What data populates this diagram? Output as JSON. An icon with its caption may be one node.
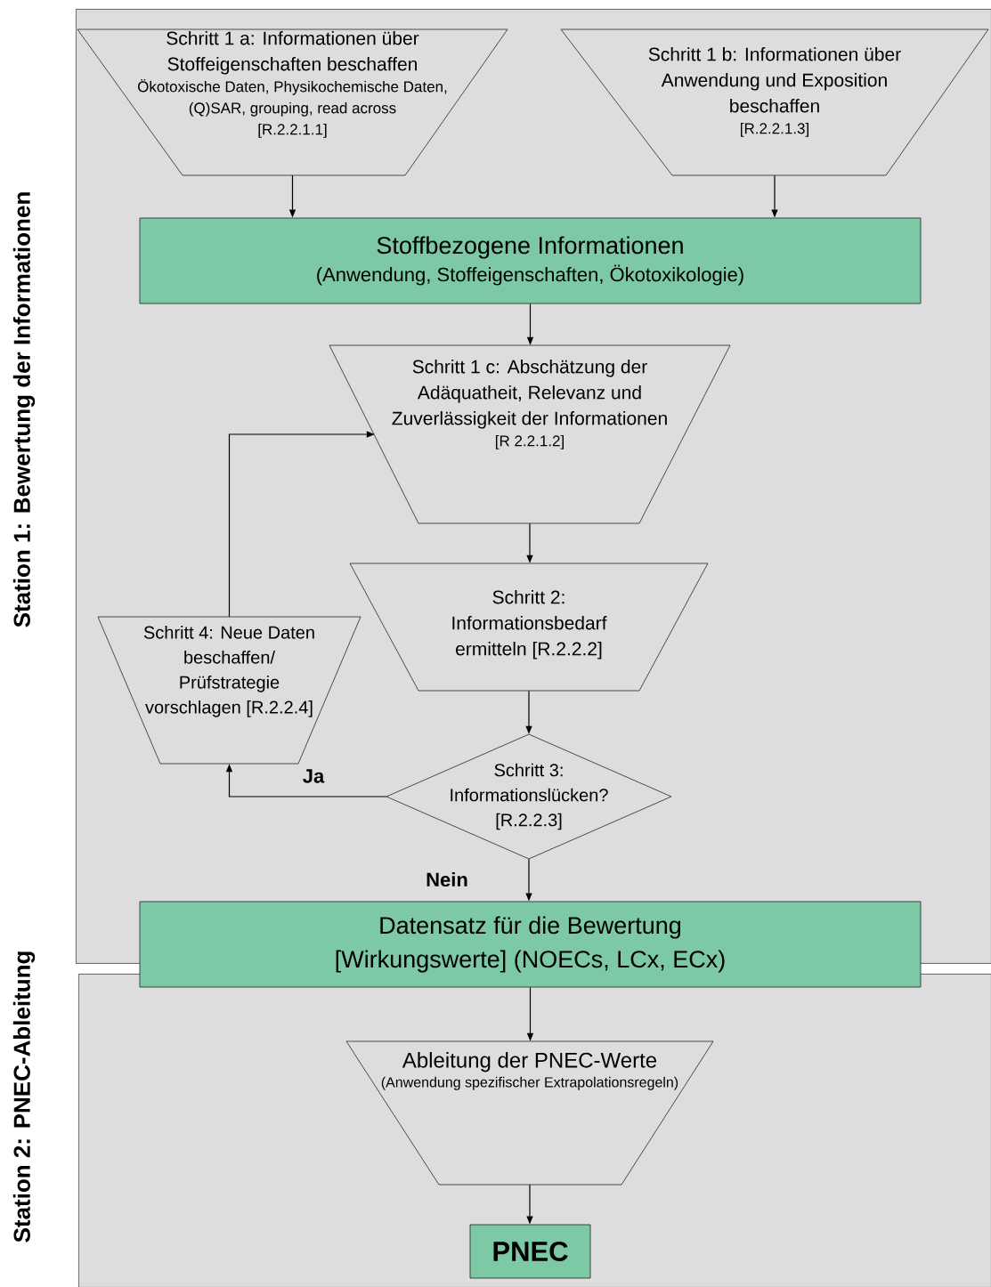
{
  "diagram": {
    "nodes": [
      {
        "text": [
          "Station 1: Bewertung der Informationen"
        ]
      },
      {
        "text": [
          "Schritt 1 a: Informationen über Stoffeigenschaften beschaffen",
          "Ökotoxische Daten, Physikochemische Daten, (Q)SAR, grouping, read across",
          "[R.2.2.1.1]"
        ],
        "in": 0
      },
      {
        "text": [
          "Schritt 1 b: Informationen über Anwendung und Exposition beschaffen",
          "[R.2.2.1.3]"
        ],
        "in": 0
      },
      {
        "text": [
          "Stoffbezogene Informationen",
          "(Anwendung, Stoffeigenschaften, Ökotoxikologie)"
        ],
        "in": 0
      },
      {
        "text": [
          "Schritt 1 c: Abschätzung der Adäquatheit, Relevanz und Zuverlässigkeit der Informationen",
          "[R 2.2.1.2]"
        ],
        "in": 0
      },
      {
        "text": [
          "Schritt 2: Informationsbedarf ermitteln [R.2.2.2]"
        ],
        "in": 0
      },
      {
        "text": [
          "Schritt 4: Neue Daten beschaffen/ Prüfstrategie vorschlagen [R.2.2.4]"
        ],
        "in": 0
      },
      {
        "text": [
          "Schritt 3: Informationslücken? [R.2.2.3]"
        ],
        "in": 0
      },
      {
        "text": [
          "Datensatz für die Bewertung [Wirkungswerte] (NOECs, LCx, ECx)"
        ]
      },
      {
        "text": [
          "Station 2: PNEC-Ableitung"
        ]
      },
      {
        "text": [
          "Ableitung der PNEC-Werte",
          "(Anwendung spezifischer Extrapolationsregeln)"
        ],
        "in": 9
      },
      {
        "text": [
          "PNEC"
        ],
        "in": 9
      }
    ],
    "edges": [
      {
        "from": 1,
        "to": 3,
        "arrow": "to"
      },
      {
        "from": 2,
        "to": 3,
        "arrow": "to"
      },
      {
        "from": 3,
        "to": 4,
        "arrow": "to"
      },
      {
        "from": 4,
        "to": 5,
        "arrow": "to"
      },
      {
        "from": 5,
        "to": 7,
        "arrow": "to"
      },
      {
        "from": 7,
        "to": 6,
        "arrow": "to",
        "label": "Ja"
      },
      {
        "from": 6,
        "to": 4,
        "arrow": "to"
      },
      {
        "from": 7,
        "to": 8,
        "arrow": "to",
        "label": "Nein"
      },
      {
        "from": 8,
        "to": 10,
        "arrow": "to"
      },
      {
        "from": 10,
        "to": 11,
        "arrow": "to"
      }
    ]
  }
}
